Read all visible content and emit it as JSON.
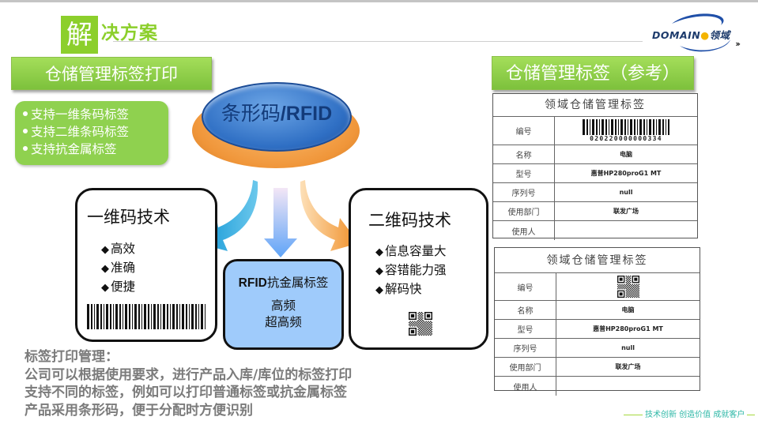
{
  "header": {
    "title_first_char": "解",
    "title_rest": "决方案",
    "logo": {
      "brand": "DOMAIN",
      "brand_cn": "领域",
      "more_icon": "double-chevron-right-icon"
    }
  },
  "left_banner": {
    "label": "仓储管理标签打印"
  },
  "features": {
    "items": [
      "支持一维条码标签",
      "支持二维条码标签",
      "支持抗金属标签"
    ]
  },
  "center": {
    "label_cn": "条形码",
    "label_en": "/RFID"
  },
  "tech_1d": {
    "title": "一维码技术",
    "bullets": [
      "高效",
      "准确",
      "便捷"
    ],
    "icon": "barcode-icon"
  },
  "tech_rfid": {
    "title_en": "RFID",
    "title_cn": "抗金属标签",
    "lines": [
      "高频",
      "超高频"
    ]
  },
  "tech_2d": {
    "title": "二维码技术",
    "bullets": [
      "信息容量大",
      "容错能力强",
      "解码快"
    ],
    "icon": "qr-code-icon"
  },
  "bottom_text": {
    "lines": [
      "标签打印管理：",
      "公司可以根据使用要求，进行产品入库/库位的标签打印",
      "支持不同的标签，例如可以打印普通标签或抗金属标签",
      "产品采用条形码，便于分配时方便识别"
    ]
  },
  "right_banner": {
    "label": "仓储管理标签（参考）"
  },
  "label_cards": [
    {
      "title": "领域仓储管理标签",
      "code_type": "barcode",
      "code_number": "020220000000334",
      "rows": [
        {
          "key": "编号",
          "value": ""
        },
        {
          "key": "名称",
          "value": "电脑"
        },
        {
          "key": "型号",
          "value": "惠普HP280proG1 MT"
        },
        {
          "key": "序列号",
          "value": "null"
        },
        {
          "key": "使用部门",
          "value": "联发广场"
        },
        {
          "key": "使用人",
          "value": ""
        }
      ]
    },
    {
      "title": "领域仓储管理标签",
      "code_type": "qr",
      "rows": [
        {
          "key": "编号",
          "value": ""
        },
        {
          "key": "名称",
          "value": "电脑"
        },
        {
          "key": "型号",
          "value": "惠普HP280proG1 MT"
        },
        {
          "key": "序列号",
          "value": "null"
        },
        {
          "key": "使用部门",
          "value": "联发广场"
        },
        {
          "key": "使用人",
          "value": ""
        }
      ]
    }
  ],
  "footer": {
    "slogan": "技术创新 创造价值 成就客户"
  },
  "colors": {
    "accent_green": "#8ccf2c",
    "banner_green": "#7dc13c",
    "disc_blue": "#2f6fc4",
    "disc_orange": "#f0963a",
    "rfid_box_blue": "#9fcbfb",
    "footer_teal": "#2cb7a6"
  }
}
